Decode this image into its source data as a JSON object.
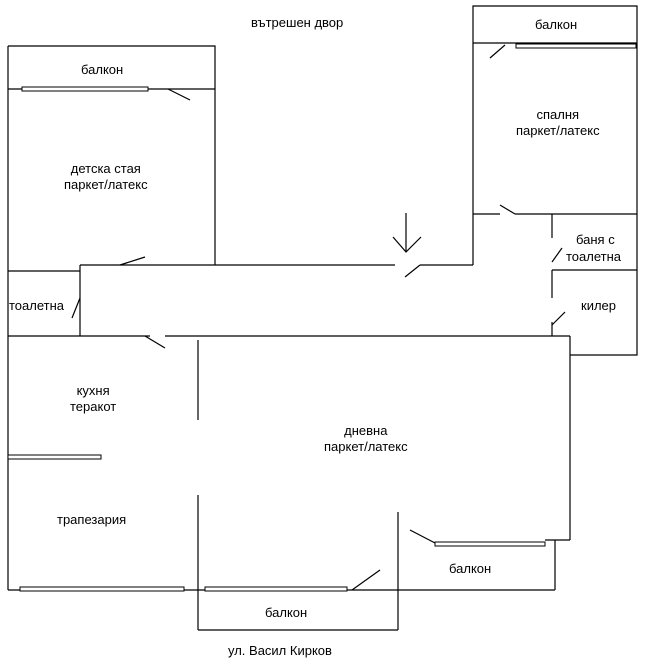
{
  "plan": {
    "courtyard": "вътрешен двор",
    "street": "ул. Васил Кирков",
    "rooms": {
      "balcony_top_left": "балкон",
      "kids_room": [
        "детска стая",
        "паркет/латекс"
      ],
      "balcony_top_right": "балкон",
      "bedroom": [
        "спалня",
        "паркет/латекс"
      ],
      "bathroom": [
        "баня с",
        "тоалетна"
      ],
      "toilet": "тоалетна",
      "storage": "килер",
      "kitchen": [
        "кухня",
        "теракот"
      ],
      "living": [
        "дневна",
        "паркет/латекс"
      ],
      "dining": "трапезария",
      "balcony_bottom_right": "балкон",
      "balcony_bottom_center": "балкон"
    }
  }
}
